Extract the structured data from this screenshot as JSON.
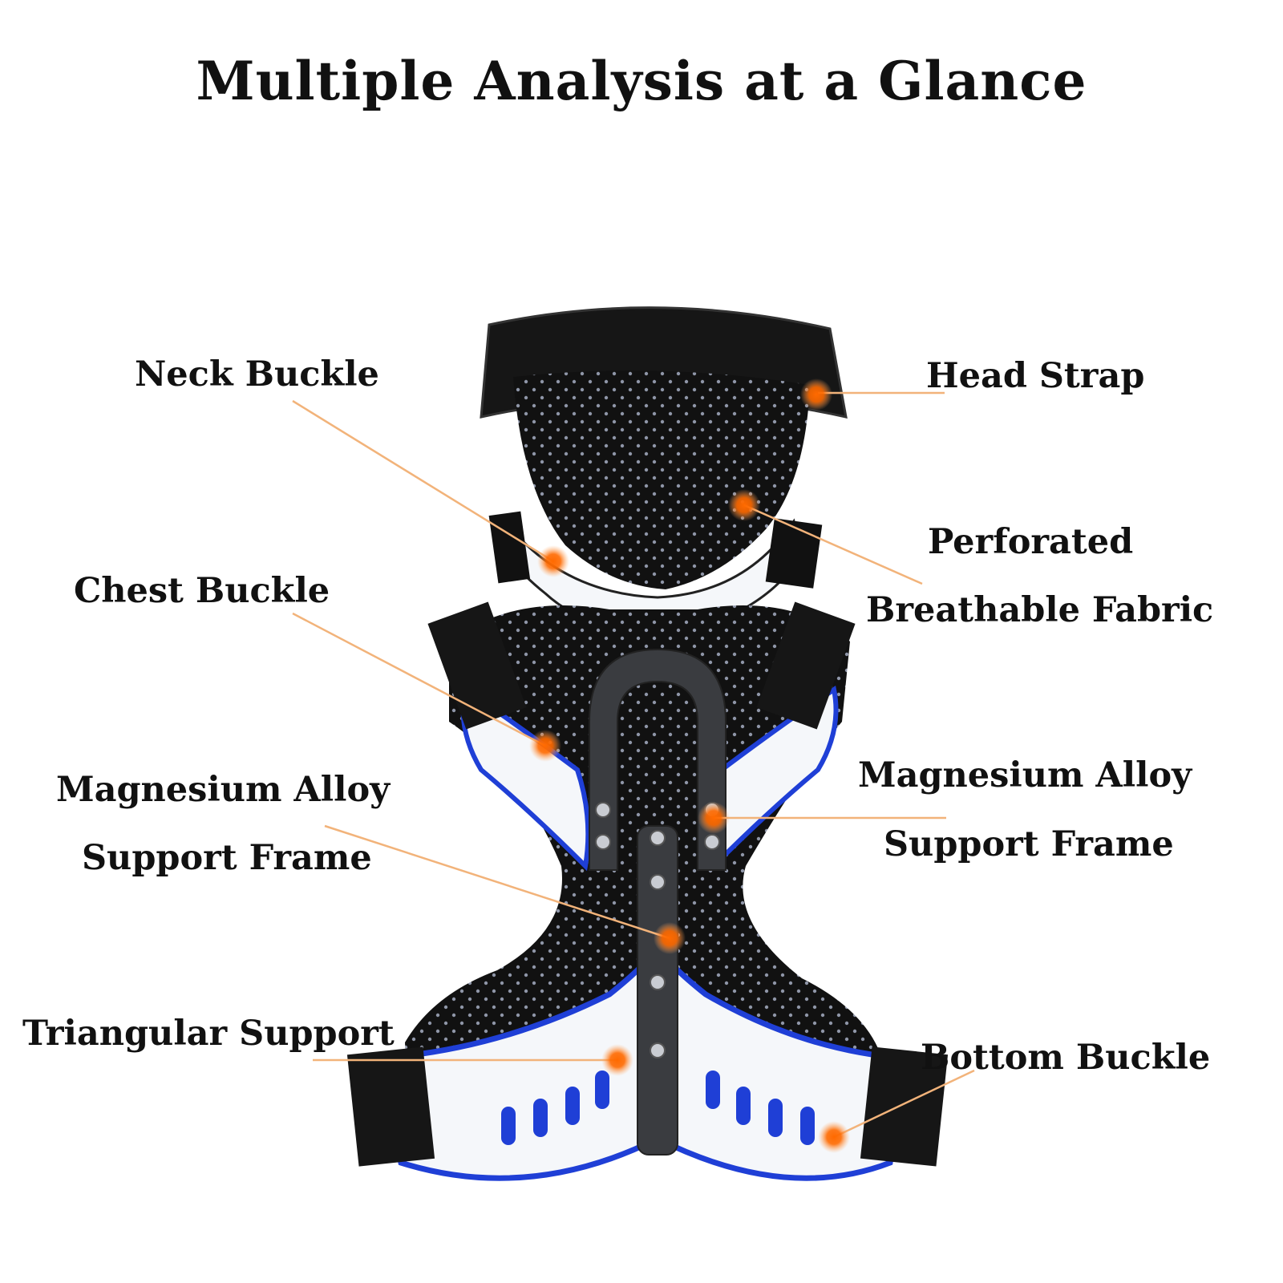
{
  "title": "Multiple Analysis at a Glance",
  "labels": {
    "neck_buckle": "Neck Buckle",
    "head_strap": "Head Strap",
    "perforated_line1": "Perforated",
    "perforated_line2": "Breathable Fabric",
    "chest_buckle": "Chest Buckle",
    "mag_left_line1": "Magnesium Alloy",
    "mag_left_line2": "Support Frame",
    "mag_right_line1": "Magnesium Alloy",
    "mag_right_line2": "Support Frame",
    "triangular_support": "Triangular Support",
    "bottom_buckle": "Bottom Buckle"
  },
  "colors": {
    "leader": "#f2b37a",
    "marker": "#ff6a00",
    "brace_black": "#111111",
    "brace_white": "#f5f7fa",
    "accent_blue": "#1f3fd6",
    "frame_grey": "#3a3c40"
  }
}
